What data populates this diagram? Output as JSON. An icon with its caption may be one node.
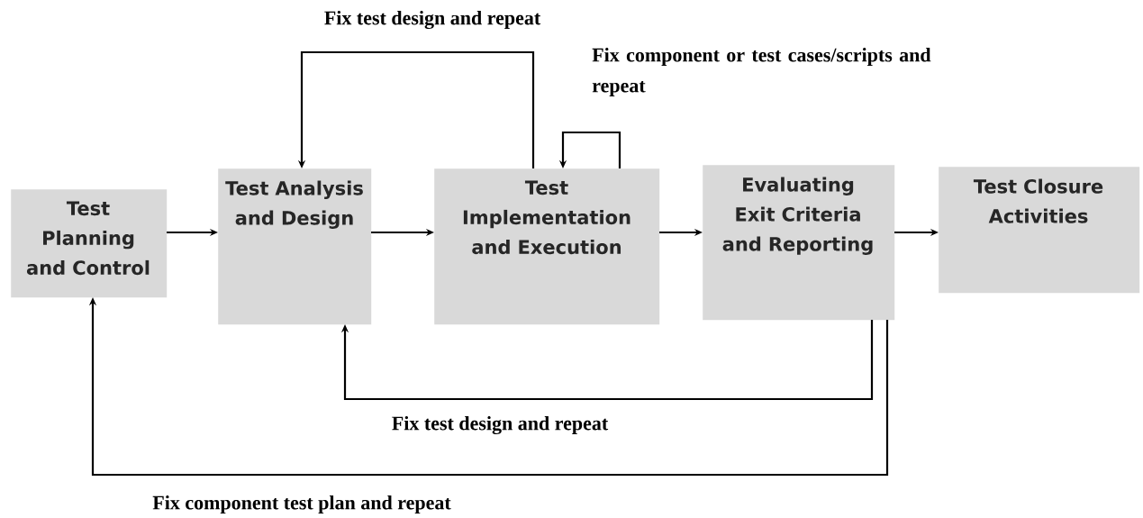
{
  "diagram": {
    "nodes": [
      {
        "text": [
          "Test Planning and Control"
        ]
      },
      {
        "text": [
          "Test Analysis and Design"
        ]
      },
      {
        "text": [
          "Test Implementation and Execution"
        ]
      },
      {
        "text": [
          "Evaluating Exit Criteria and Reporting"
        ]
      },
      {
        "text": [
          "Test Closure Activities"
        ]
      }
    ],
    "edges": [
      {
        "from": 0,
        "to": 1,
        "arrow": "to"
      },
      {
        "from": 1,
        "to": 2,
        "arrow": "to"
      },
      {
        "from": 2,
        "to": 3,
        "arrow": "to"
      },
      {
        "from": 3,
        "to": 4,
        "arrow": "to"
      },
      {
        "from": 2,
        "to": 1,
        "arrow": "to",
        "label": "Fix test design and repeat"
      },
      {
        "from": 2,
        "to": 2,
        "arrow": "to",
        "label": "Fix component or test cases/scripts and repeat"
      },
      {
        "from": 3,
        "to": 1,
        "arrow": "to",
        "label": "Fix test design and repeat"
      },
      {
        "from": 3,
        "to": 0,
        "arrow": "to",
        "label": "Fix component test plan and repeat"
      }
    ]
  }
}
